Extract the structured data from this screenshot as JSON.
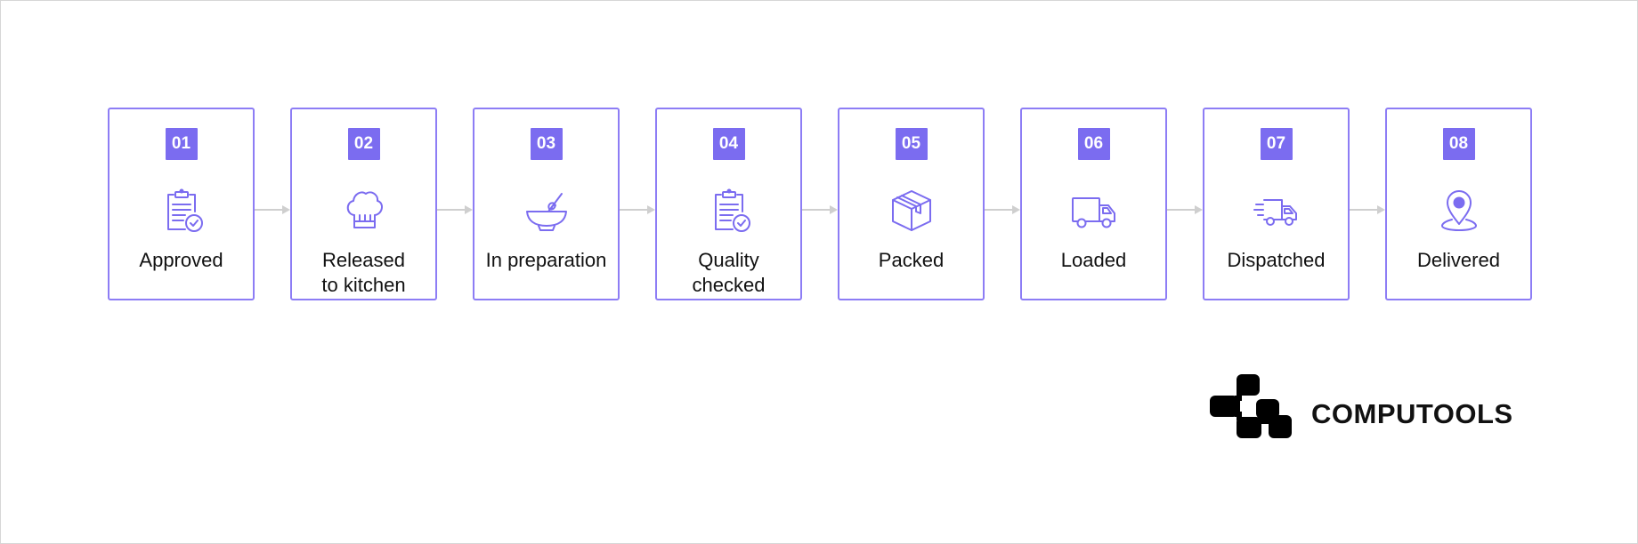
{
  "steps": [
    {
      "number": "01",
      "label": "Approved",
      "icon": "clipboard-check-icon"
    },
    {
      "number": "02",
      "label": "Released\nto kitchen",
      "icon": "chef-hat-icon"
    },
    {
      "number": "03",
      "label": "In preparation",
      "icon": "mixing-bowl-icon"
    },
    {
      "number": "04",
      "label": "Quality\nchecked",
      "icon": "clipboard-check-icon"
    },
    {
      "number": "05",
      "label": "Packed",
      "icon": "package-box-icon"
    },
    {
      "number": "06",
      "label": "Loaded",
      "icon": "truck-icon"
    },
    {
      "number": "07",
      "label": "Dispatched",
      "icon": "fast-truck-icon"
    },
    {
      "number": "08",
      "label": "Delivered",
      "icon": "location-pin-icon"
    }
  ],
  "brand": {
    "name": "COMPUTOOLS"
  },
  "colors": {
    "accent": "#7b6cf0",
    "border": "#8d7df5",
    "connector": "#cfcfcf",
    "text": "#111111"
  }
}
